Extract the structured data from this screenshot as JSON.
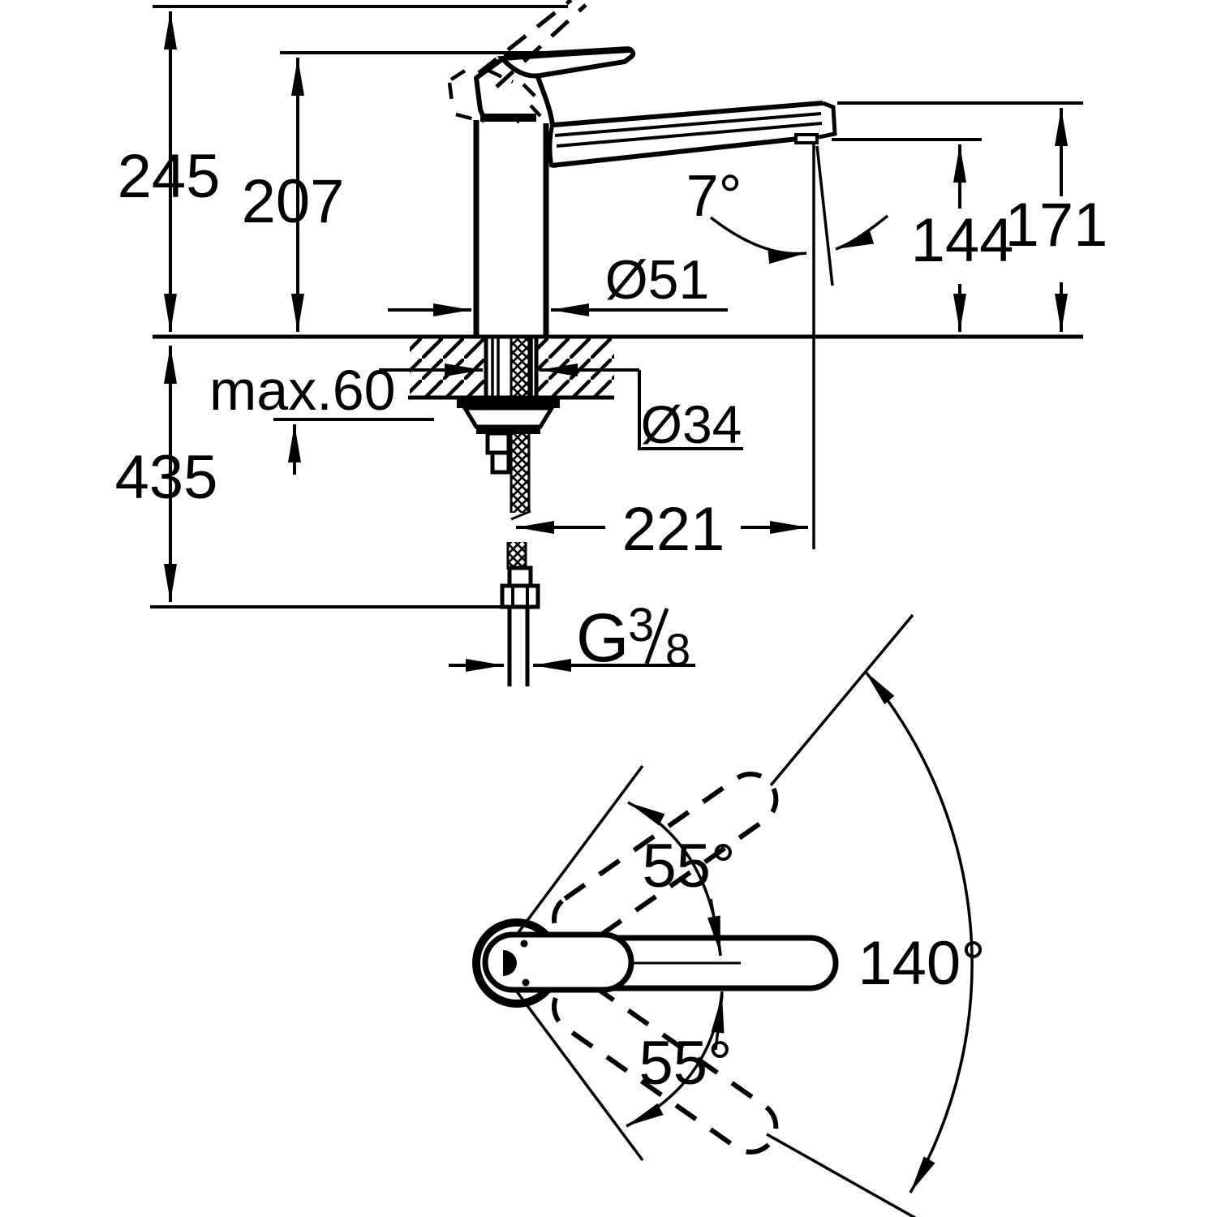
{
  "drawing": {
    "type": "technical-dimension-drawing",
    "subject": "single-lever kitchen sink mixer tap, side section view and top swivel-range view",
    "background_color": "#ffffff",
    "line_color": "#000000",
    "front_view": {
      "dimensions": {
        "overall_height": "245",
        "body_height": "207",
        "under_counter_depth": "435",
        "counter_thickness": "max.60",
        "base_diameter": "Ø51",
        "hole_diameter": "Ø34",
        "spout_reach": "221",
        "outlet_height": "144",
        "spout_height": "171",
        "spray_angle": "7°",
        "thread_letter": "G",
        "thread_numerator": "3",
        "thread_denominator": "8"
      }
    },
    "top_view": {
      "dimensions": {
        "swivel_upper": "55°",
        "swivel_lower": "55°",
        "swivel_total": "140°"
      }
    }
  }
}
